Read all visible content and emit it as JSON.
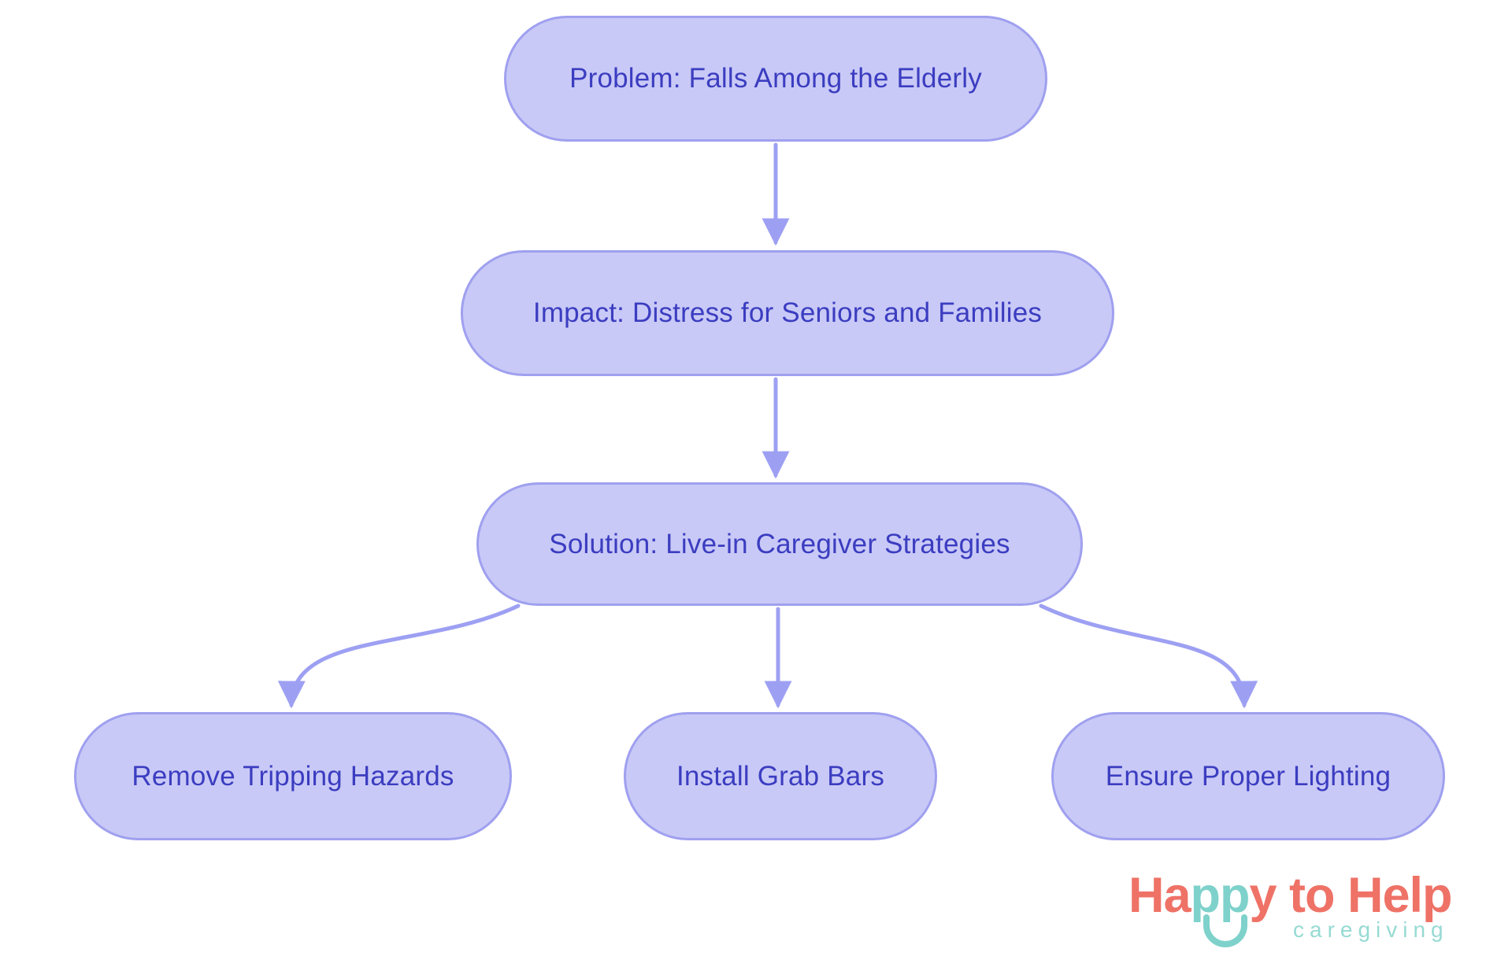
{
  "theme": {
    "background": "#ffffff",
    "node_fill": "#c9c9f7",
    "node_border": "#9fa0ef",
    "node_text": "#3b3dc0",
    "arrow": "#9da0f2",
    "logo_coral": "#ef7267",
    "logo_teal": "#7ed2cb",
    "logo_teal_light": "#96dad3"
  },
  "flowchart": {
    "nodes": [
      {
        "id": "problem",
        "label": "Problem: Falls Among the Elderly"
      },
      {
        "id": "impact",
        "label": "Impact: Distress for Seniors and Families"
      },
      {
        "id": "solution",
        "label": "Solution: Live-in Caregiver Strategies"
      },
      {
        "id": "remove-hazards",
        "label": "Remove Tripping Hazards"
      },
      {
        "id": "grab-bars",
        "label": "Install Grab Bars"
      },
      {
        "id": "lighting",
        "label": "Ensure Proper Lighting"
      }
    ],
    "edges": [
      {
        "from": "problem",
        "to": "impact"
      },
      {
        "from": "impact",
        "to": "solution"
      },
      {
        "from": "solution",
        "to": "remove-hazards"
      },
      {
        "from": "solution",
        "to": "grab-bars"
      },
      {
        "from": "solution",
        "to": "lighting"
      }
    ]
  },
  "logo": {
    "word_start": "Ha",
    "word_mid": "pp",
    "word_end": "y to Help",
    "tagline": "caregiving"
  }
}
